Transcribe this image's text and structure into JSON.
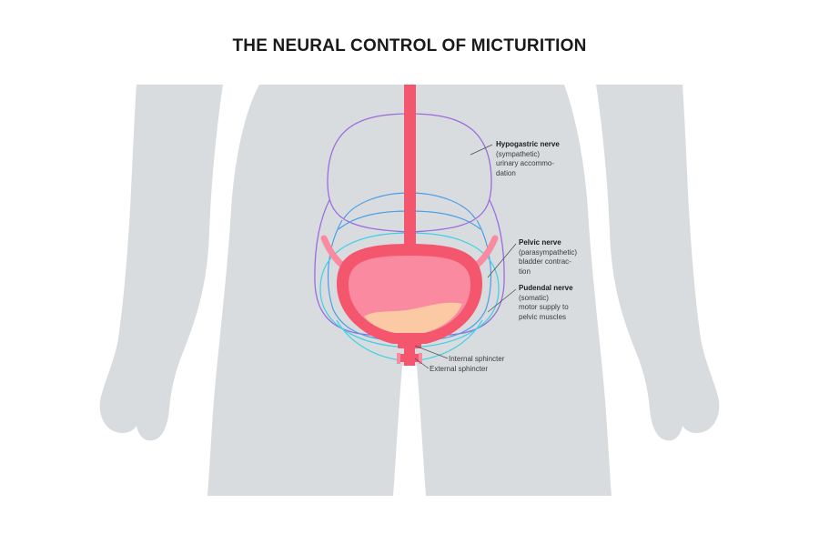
{
  "title": "THE NEURAL CONTROL OF MICTURITION",
  "colors": {
    "silhouette": "#d9dcdf",
    "vessel": "#f4566e",
    "bladder_inner": "#f98aa0",
    "urine": "#fbc9a4",
    "hypogastric_nerve": "#9b6cde",
    "pelvic_nerve": "#4a9ee6",
    "pudendal_nerve": "#3cd0e6"
  },
  "labels": {
    "hypogastric": {
      "name": "Hypogastric nerve",
      "lines": [
        "(sympathetic)",
        "urinary accommo-",
        "dation"
      ]
    },
    "pelvic": {
      "name": "Pelvic nerve",
      "lines": [
        "(parasympathetic)",
        "bladder contrac-",
        "tion"
      ]
    },
    "pudendal": {
      "name": "Pudendal nerve",
      "lines": [
        "(somatic)",
        "motor supply to",
        "pelvic muscles"
      ]
    },
    "internal_sphincter": "Internal sphincter",
    "external_sphincter": "External sphincter"
  }
}
